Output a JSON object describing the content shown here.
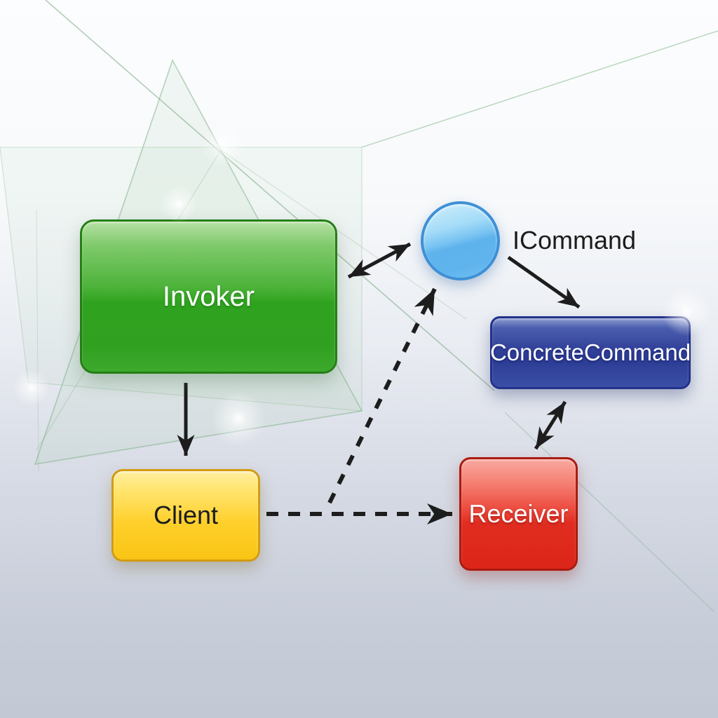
{
  "diagram": {
    "title": "Command design pattern diagram",
    "nodes": {
      "invoker": {
        "label": "Invoker",
        "shape": "rounded-rect",
        "fill": "#3fae2f",
        "text_color": "#ffffff"
      },
      "icommand": {
        "label": "ICommand",
        "shape": "circle",
        "fill": "#64b7ef",
        "text_color": "#1c1c1c"
      },
      "concrete_command": {
        "label": "ConcreteCommand",
        "shape": "rounded-rect",
        "fill": "#32469e",
        "text_color": "#ffffff"
      },
      "client": {
        "label": "Client",
        "shape": "rounded-rect",
        "fill": "#ffd42e",
        "text_color": "#1c1c1c"
      },
      "receiver": {
        "label": "Receiver",
        "shape": "rounded-rect",
        "fill": "#e8352a",
        "text_color": "#ffffff"
      }
    },
    "edges": [
      {
        "from": "invoker",
        "to": "icommand",
        "style": "solid",
        "arrows": "both"
      },
      {
        "from": "icommand",
        "to": "concrete_command",
        "style": "solid",
        "arrows": "end"
      },
      {
        "from": "invoker",
        "to": "client",
        "style": "solid",
        "arrows": "end"
      },
      {
        "from": "concrete_command",
        "to": "receiver",
        "style": "solid",
        "arrows": "both"
      },
      {
        "from": "client",
        "to": "receiver",
        "style": "dashed",
        "arrows": "end"
      },
      {
        "from": "client",
        "to": "icommand",
        "style": "dashed",
        "arrows": "end"
      }
    ],
    "colors": {
      "edge": "#1d1d1d",
      "background_top": "#fcfdfe",
      "background_bottom": "#c2c8d4",
      "decor_line": "#8fbd95"
    }
  }
}
